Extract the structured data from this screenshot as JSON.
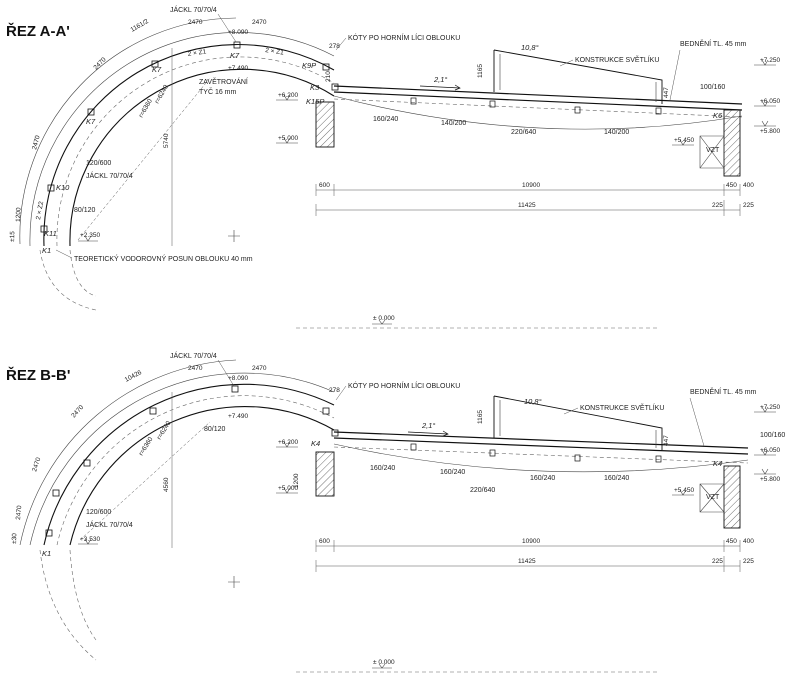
{
  "sections": [
    {
      "title": "ŘEZ  A-A'",
      "labels": {
        "jackl_top": "JÁCKL 70/70/4",
        "koty": "KÓTY PO HORNÍM LÍCI OBLOUKU",
        "konstrukce": "KONSTRUKCE SVĚTLÍKU",
        "bedneni": "BEDNĚNÍ TL. 45 mm",
        "zavetrovani_1": "ZAVĚTROVÁNÍ",
        "zavetrovani_2": "TYČ 16 mm",
        "jackl_left": "JÁCKL 70/70/4",
        "teoreticky": "TEORETICKÝ VODOROVNÝ POSUN OBLOUKU 40 mm",
        "sec_120_600": "120/600",
        "sec_80_120": "80/120",
        "sec_160_240": "160/240",
        "sec_140_200a": "140/200",
        "sec_220_640": "220/640",
        "sec_140_200b": "140/200",
        "sec_100_160": "100/160",
        "vzt": "VZT",
        "angle_slope": "2,1°",
        "angle_sky": "10,8°"
      },
      "levels": [
        "+8.090",
        "+7.490",
        "+6.200",
        "+5.000",
        "+2.350",
        "+7.250",
        "+6.050",
        "+5.800",
        "+5.450"
      ],
      "arc_dims": [
        "1161/2",
        "2470",
        "2470",
        "2470",
        "2470",
        "1200",
        "±15",
        "2 × Z1",
        "2 × Z1",
        "2 × Z2"
      ],
      "inner_dims": [
        "r=6240",
        "r=6360",
        "5740",
        "1165",
        "447",
        "210",
        "278"
      ],
      "bottom_dims": [
        "600",
        "10900",
        "450",
        "400",
        "225",
        "225",
        "11425"
      ],
      "tags": [
        "K1",
        "K3",
        "K7",
        "K7",
        "K7",
        "K9P",
        "K10",
        "K11",
        "K15P",
        "K6"
      ],
      "zero": "± 0.000"
    },
    {
      "title": "ŘEZ  B-B'",
      "labels": {
        "jackl_top": "JÁCKL 70/70/4",
        "koty": "KÓTY PO HORNÍM LÍCI OBLOUKU",
        "konstrukce": "KONSTRUKCE SVĚTLÍKU",
        "bedneni": "BEDNĚNÍ TL. 45 mm",
        "jackl_left": "JÁCKL 70/70/4",
        "sec_120_600": "120/600",
        "sec_80_120": "80/120",
        "sec_160_240a": "160/240",
        "sec_160_240b": "160/240",
        "sec_220_640": "220/640",
        "sec_160_240c": "160/240",
        "sec_160_240d": "160/240",
        "sec_100_160": "100/160",
        "vzt": "VZT",
        "angle_slope": "2,1°",
        "angle_sky": "10,8°"
      },
      "levels": [
        "+8.090",
        "+7.490",
        "+6.200",
        "+5.000",
        "+3.530",
        "+7.250",
        "+6.050",
        "+5.800",
        "+5.450"
      ],
      "arc_dims": [
        "10426",
        "2470",
        "2470",
        "2470",
        "2470",
        "2470",
        "±30"
      ],
      "inner_dims": [
        "r=6240",
        "r=6360",
        "4560",
        "1165",
        "447",
        "1200",
        "278"
      ],
      "bottom_dims": [
        "600",
        "10900",
        "450",
        "400",
        "225",
        "225",
        "11425"
      ],
      "tags": [
        "K1",
        "K4",
        "K4"
      ],
      "zero": "± 0.000"
    }
  ]
}
